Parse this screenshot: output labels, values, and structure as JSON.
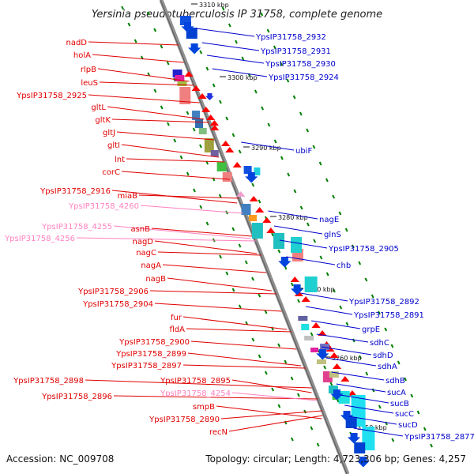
{
  "title": "Yersinia pseudotuberculosis IP 31758, complete genome",
  "accession": "Accession: NC_009708",
  "topology": "Topology: circular; Length: 4,723,306 bp; Genes: 4,257",
  "colors": {
    "left_label": "#e00000",
    "left_label_faded": "#ff80c0",
    "right_label": "#0000cc",
    "backbone": "#909090",
    "ticks": "#008000"
  },
  "scale_ticks": [
    "3310 kbp",
    "3300 kbp",
    "3290 kbp",
    "3280 kbp",
    "3270 kbp",
    "3260 kbp",
    "3250 kbp"
  ],
  "left_genes": [
    {
      "label": "nadD",
      "faded": false
    },
    {
      "label": "holA",
      "faded": false
    },
    {
      "label": "rlpB",
      "faded": false
    },
    {
      "label": "leuS",
      "faded": false
    },
    {
      "label": "YpsIP31758_2925",
      "faded": false
    },
    {
      "label": "gltL",
      "faded": false
    },
    {
      "label": "gltK",
      "faded": false
    },
    {
      "label": "gltJ",
      "faded": false
    },
    {
      "label": "gltI",
      "faded": false
    },
    {
      "label": "lnt",
      "faded": false
    },
    {
      "label": "corC",
      "faded": false
    },
    {
      "label": "YpsIP31758_2916",
      "faded": false
    },
    {
      "label": "miaB",
      "faded": false
    },
    {
      "label": "YpsIP31758_4260",
      "faded": true
    },
    {
      "label": "YpsIP31758_4255",
      "faded": true
    },
    {
      "label": "YpsIP31758_4256",
      "faded": true
    },
    {
      "label": "asnB",
      "faded": false
    },
    {
      "label": "nagD",
      "faded": false
    },
    {
      "label": "nagC",
      "faded": false
    },
    {
      "label": "nagA",
      "faded": false
    },
    {
      "label": "nagB",
      "faded": false
    },
    {
      "label": "YpsIP31758_2906",
      "faded": false
    },
    {
      "label": "YpsIP31758_2904",
      "faded": false
    },
    {
      "label": "fur",
      "faded": false
    },
    {
      "label": "fldA",
      "faded": false
    },
    {
      "label": "YpsIP31758_2900",
      "faded": false
    },
    {
      "label": "YpsIP31758_2899",
      "faded": false
    },
    {
      "label": "YpsIP31758_2897",
      "faded": false
    },
    {
      "label": "YpsIP31758_2898",
      "faded": false
    },
    {
      "label": "YpsIP31758_2895",
      "faded": false
    },
    {
      "label": "YpsIP31758_2896",
      "faded": false
    },
    {
      "label": "YpsIP31758_4254",
      "faded": true
    },
    {
      "label": "smpB",
      "faded": false
    },
    {
      "label": "YpsIP31758_2890",
      "faded": false
    },
    {
      "label": "recN",
      "faded": false
    }
  ],
  "right_genes": [
    {
      "label": "YpsIP31758_2932"
    },
    {
      "label": "YpsIP31758_2931"
    },
    {
      "label": "YpsIP31758_2930"
    },
    {
      "label": "YpsIP31758_2924"
    },
    {
      "label": "ubiF"
    },
    {
      "label": "nagE"
    },
    {
      "label": "glnS"
    },
    {
      "label": "YpsIP31758_2905"
    },
    {
      "label": "chb"
    },
    {
      "label": "YpsIP31758_2892"
    },
    {
      "label": "YpsIP31758_2891"
    },
    {
      "label": "grpE"
    },
    {
      "label": "sdhC"
    },
    {
      "label": "sdhD"
    },
    {
      "label": "sdhA"
    },
    {
      "label": "sdhB"
    },
    {
      "label": "sucA"
    },
    {
      "label": "sucB"
    },
    {
      "label": "sucC"
    },
    {
      "label": "sucD"
    },
    {
      "label": "YpsIP31758_2877"
    }
  ]
}
